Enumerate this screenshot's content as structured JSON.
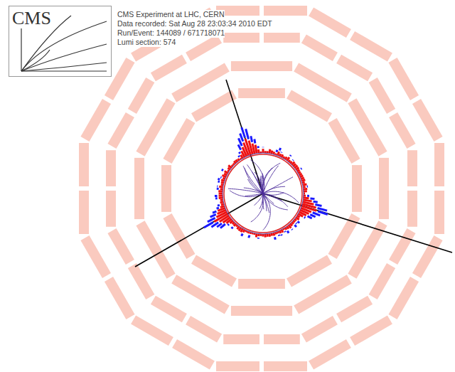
{
  "diagram": {
    "nodes": [
      {
        "text": [
          "CMS"
        ]
      }
    ],
    "labels": [
      "CMS Experiment at LHC, CERN",
      "Data recorded: Sat Aug 28 23:03:34 2010 EDT",
      "Run/Event: 144089 / 671718071",
      "Lumi section: 574"
    ]
  }
}
